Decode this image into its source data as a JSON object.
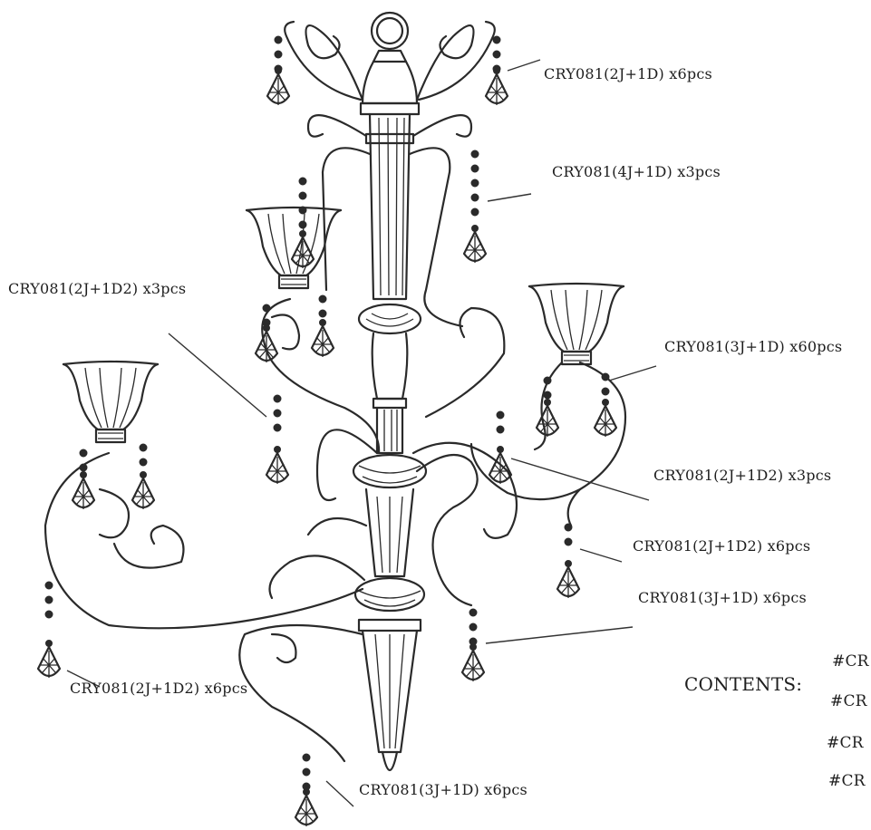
{
  "callouts": [
    {
      "id": "top-right",
      "text": "CRY081(2J+1D) x6pcs"
    },
    {
      "id": "upper-right-chain",
      "text": "CRY081(4J+1D) x3pcs"
    },
    {
      "id": "upper-left-arm",
      "text": "CRY081(2J+1D2) x3pcs"
    },
    {
      "id": "right-cup",
      "text": "CRY081(3J+1D) x60pcs"
    },
    {
      "id": "right-middle",
      "text": "CRY081(2J+1D2) x3pcs"
    },
    {
      "id": "right-lower",
      "text": "CRY081(2J+1D2) x6pcs"
    },
    {
      "id": "right-bottom",
      "text": "CRY081(3J+1D) x6pcs"
    },
    {
      "id": "left-lower",
      "text": "CRY081(2J+1D2) x6pcs"
    },
    {
      "id": "bottom",
      "text": "CRY081(3J+1D) x6pcs"
    }
  ],
  "contents": {
    "title": "CONTENTS:",
    "items": [
      "#CR",
      "#CR",
      "#CR",
      "#CR"
    ]
  },
  "colors": {
    "ink": "#2a2a2a",
    "background": "#ffffff"
  }
}
